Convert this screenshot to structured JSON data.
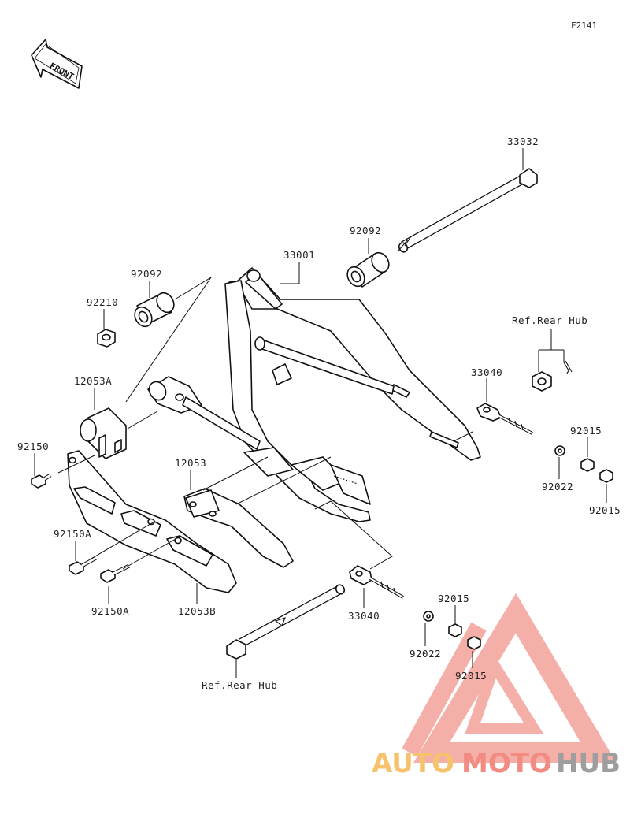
{
  "figure_code": "F2141",
  "front_label": "FRONT",
  "callouts": {
    "c33032": "33032",
    "c92092_right": "92092",
    "c33001": "33001",
    "c92092_left": "92092",
    "c92210": "92210",
    "c12053A": "12053A",
    "c92150": "92150",
    "c12053": "12053",
    "c92150A_top": "92150A",
    "c92150A_bottom": "92150A",
    "c12053B": "12053B",
    "c33040_right": "33040",
    "c92015_a": "92015",
    "c92022_right": "92022",
    "c92015_b": "92015",
    "c33040_bottom": "33040",
    "c92015_c": "92015",
    "c92022_bottom": "92022",
    "c92015_d": "92015"
  },
  "references": {
    "ref_top": "Ref.Rear Hub",
    "ref_bottom": "Ref.Rear Hub"
  },
  "watermark": {
    "text_auto": "AUTO",
    "text_moto": "MOTO",
    "text_hub": "HUB",
    "color_auto": "#f6c26b",
    "color_moto": "#f28b82",
    "color_hub": "#9e9e9e",
    "logo_color": "#f4a29b"
  }
}
